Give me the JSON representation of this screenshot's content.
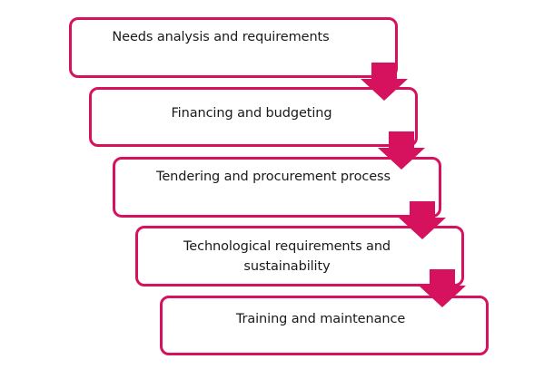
{
  "diagram": {
    "accent_color": "#d6125e",
    "steps": [
      {
        "label": "Needs analysis and requirements"
      },
      {
        "label": "Financing and budgeting"
      },
      {
        "label": "Tendering and procurement process"
      },
      {
        "label": "Technological requirements and sustainability"
      },
      {
        "label": "Training and maintenance"
      }
    ],
    "connector_icon": "arrow-down-icon"
  }
}
